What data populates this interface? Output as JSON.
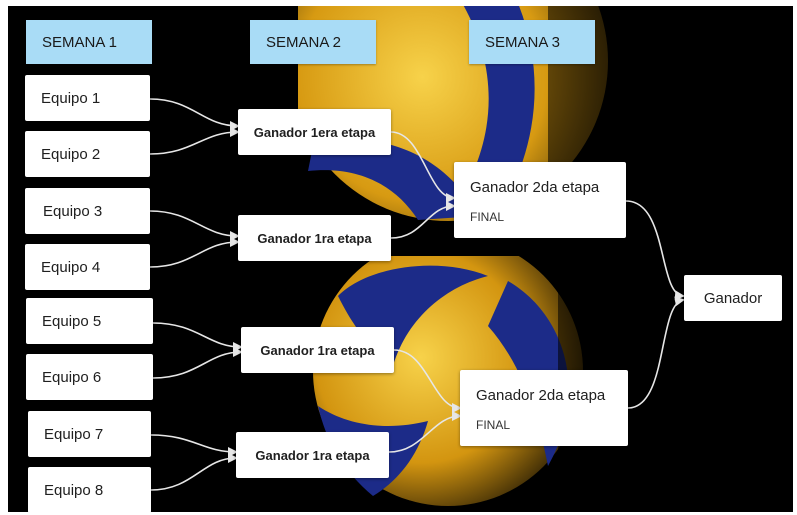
{
  "headers": [
    "SEMANA 1",
    "SEMANA 2",
    "SEMANA 3"
  ],
  "teams": [
    "Equipo 1",
    "Equipo 2",
    "Equipo 3",
    "Equipo 4",
    "Equipo 5",
    "Equipo 6",
    "Equipo 7",
    "Equipo 8"
  ],
  "stage1": [
    "Ganador 1era etapa",
    "Ganador 1ra etapa",
    "Ganador 1ra etapa",
    "Ganador 1ra etapa"
  ],
  "stage2": [
    {
      "title": "Ganador 2da etapa",
      "subtitle": "FINAL"
    },
    {
      "title": "Ganador 2da etapa",
      "subtitle": "FINAL"
    }
  ],
  "winner": "Ganador",
  "colors": {
    "header": "#a9dcf6",
    "background": "#000000",
    "line": "#e6e6e6",
    "ball_yellow": "#f2c11a",
    "ball_blue": "#1f2f8f"
  }
}
